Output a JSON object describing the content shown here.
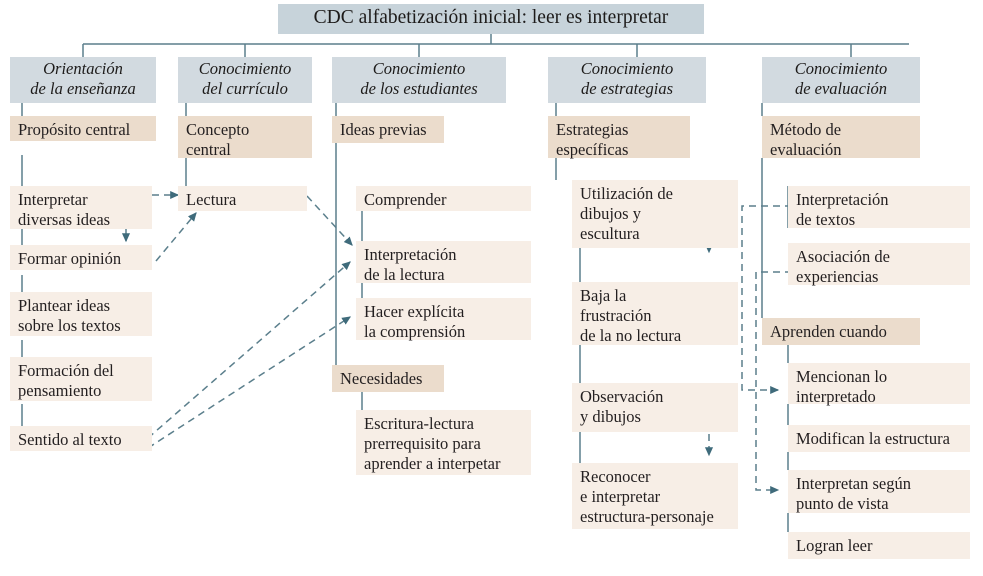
{
  "diagram": {
    "title": "CDC alfabetización inicial: leer es interpretar",
    "palette": {
      "title_bg": "#c7d3da",
      "header_bg": "#d2dae0",
      "level1_bg": "#ebdccc",
      "level2_bg": "#f7eee6",
      "connector": "#46707f",
      "text": "#231f20",
      "page_bg": "#ffffff"
    }
  },
  "columns": [
    {
      "id": "orientacion-de-la-ensenanza",
      "header": "Orientación\nde la enseñanza",
      "header_line1": "Orientación",
      "header_line2": "de la enseñanza",
      "nodes": [
        {
          "id": "proposito-central",
          "label": "Propósito central",
          "level": 1
        },
        {
          "id": "interpretar-diversas-ideas",
          "label": "Interpretar\ndiversas ideas",
          "level": 2
        },
        {
          "id": "formar-opinion",
          "label": "Formar opinión",
          "level": 2
        },
        {
          "id": "plantear-ideas-sobre-los-textos",
          "label": "Plantear ideas\nsobre los textos",
          "level": 2
        },
        {
          "id": "formacion-del-pensamiento",
          "label": "Formación del\npensamiento",
          "level": 2
        },
        {
          "id": "sentido-al-texto",
          "label": "Sentido al texto",
          "level": 2
        }
      ]
    },
    {
      "id": "conocimiento-del-curriculo",
      "header": "Conocimiento\ndel currículo",
      "header_line1": "Conocimiento",
      "header_line2": "del currículo",
      "nodes": [
        {
          "id": "concepto-central",
          "label": "Concepto\ncentral",
          "level": 1
        },
        {
          "id": "lectura",
          "label": "Lectura",
          "level": 2
        }
      ]
    },
    {
      "id": "conocimiento-de-los-estudiantes",
      "header": "Conocimiento\nde los estudiantes",
      "header_line1": "Conocimiento",
      "header_line2": "de los estudiantes",
      "nodes": [
        {
          "id": "ideas-previas",
          "label": "Ideas previas",
          "level": 1
        },
        {
          "id": "comprender",
          "label": "Comprender",
          "level": 2
        },
        {
          "id": "interpretacion-de-la-lectura",
          "label": "Interpretación\nde la lectura",
          "level": 2
        },
        {
          "id": "hacer-explicita-la-comprension",
          "label": "Hacer explícita\nla comprensión",
          "level": 2
        },
        {
          "id": "necesidades",
          "label": "Necesidades",
          "level": 1
        },
        {
          "id": "escritura-lectura-prerrequisito",
          "label": "Escritura-lectura\nprerrequisito para\naprender a interpetar",
          "level": 2
        }
      ]
    },
    {
      "id": "conocimiento-de-estrategias",
      "header": "Conocimiento\nde estrategias",
      "header_line1": "Conocimiento",
      "header_line2": "de estrategias",
      "nodes": [
        {
          "id": "estrategias-especificas",
          "label": "Estrategias\nespecíficas",
          "level": 1
        },
        {
          "id": "utilizacion-de-dibujos-y-escultura",
          "label": "Utilización de\ndibujos y\nescultura",
          "level": 2
        },
        {
          "id": "baja-la-frustracion-de-la-no-lectura",
          "label": "Baja la\nfrustración\nde la no lectura",
          "level": 2
        },
        {
          "id": "observacion-y-dibujos",
          "label": "Observación\ny dibujos",
          "level": 2
        },
        {
          "id": "reconocer-e-interpretar-estructura-personaje",
          "label": "Reconocer\ne interpretar\nestructura-personaje",
          "level": 2
        }
      ]
    },
    {
      "id": "conocimiento-de-evaluacion",
      "header": "Conocimiento\nde evaluación",
      "header_line1": "Conocimiento",
      "header_line2": "de evaluación",
      "nodes": [
        {
          "id": "metodo-de-evaluacion",
          "label": "Método de\nevaluación",
          "level": 1
        },
        {
          "id": "interpretacion-de-textos",
          "label": "Interpretación\nde textos",
          "level": 2
        },
        {
          "id": "asociacion-de-experiencias",
          "label": "Asociación de\nexperiencias",
          "level": 2
        },
        {
          "id": "aprenden-cuando",
          "label": "Aprenden cuando",
          "level": 1
        },
        {
          "id": "mencionan-lo-interpretado",
          "label": "Mencionan lo\ninterpretado",
          "level": 2
        },
        {
          "id": "modifican-la-estructura",
          "label": "Modifican la estructura",
          "level": 2
        },
        {
          "id": "interpretan-segun-punto-de-vista",
          "label": "Interpretan según\npunto de vista",
          "level": 2
        },
        {
          "id": "logran-leer",
          "label": "Logran leer",
          "level": 2
        }
      ]
    }
  ]
}
